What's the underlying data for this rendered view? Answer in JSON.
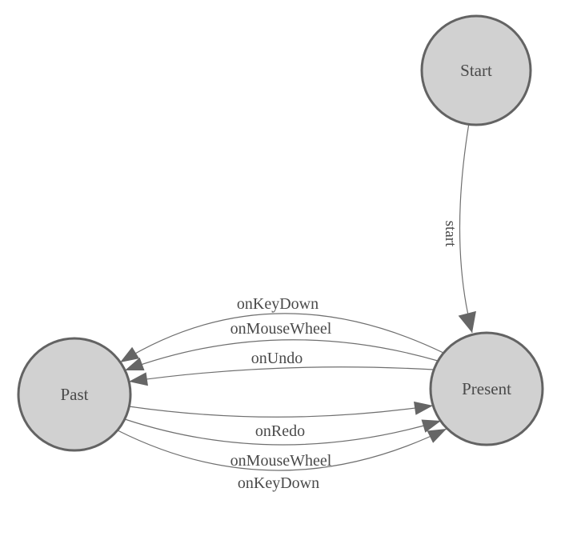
{
  "diagram": {
    "type": "state-machine",
    "colors": {
      "background": "#ffffff",
      "node_fill": "#d1d1d1",
      "node_border": "#636363",
      "edge_line": "#6f6f6f",
      "arrowhead": "#666666",
      "text": "#4a4a4a"
    },
    "nodes": [
      {
        "id": "start",
        "label": "Start"
      },
      {
        "id": "present",
        "label": "Present"
      },
      {
        "id": "past",
        "label": "Past"
      }
    ],
    "edges": [
      {
        "from": "start",
        "to": "present",
        "label": "start"
      },
      {
        "from": "present",
        "to": "past",
        "label": "onKeyDown"
      },
      {
        "from": "present",
        "to": "past",
        "label": "onMouseWheel"
      },
      {
        "from": "present",
        "to": "past",
        "label": "onUndo"
      },
      {
        "from": "past",
        "to": "present",
        "label": "onRedo"
      },
      {
        "from": "past",
        "to": "present",
        "label": "onMouseWheel"
      },
      {
        "from": "past",
        "to": "present",
        "label": "onKeyDown"
      }
    ]
  }
}
